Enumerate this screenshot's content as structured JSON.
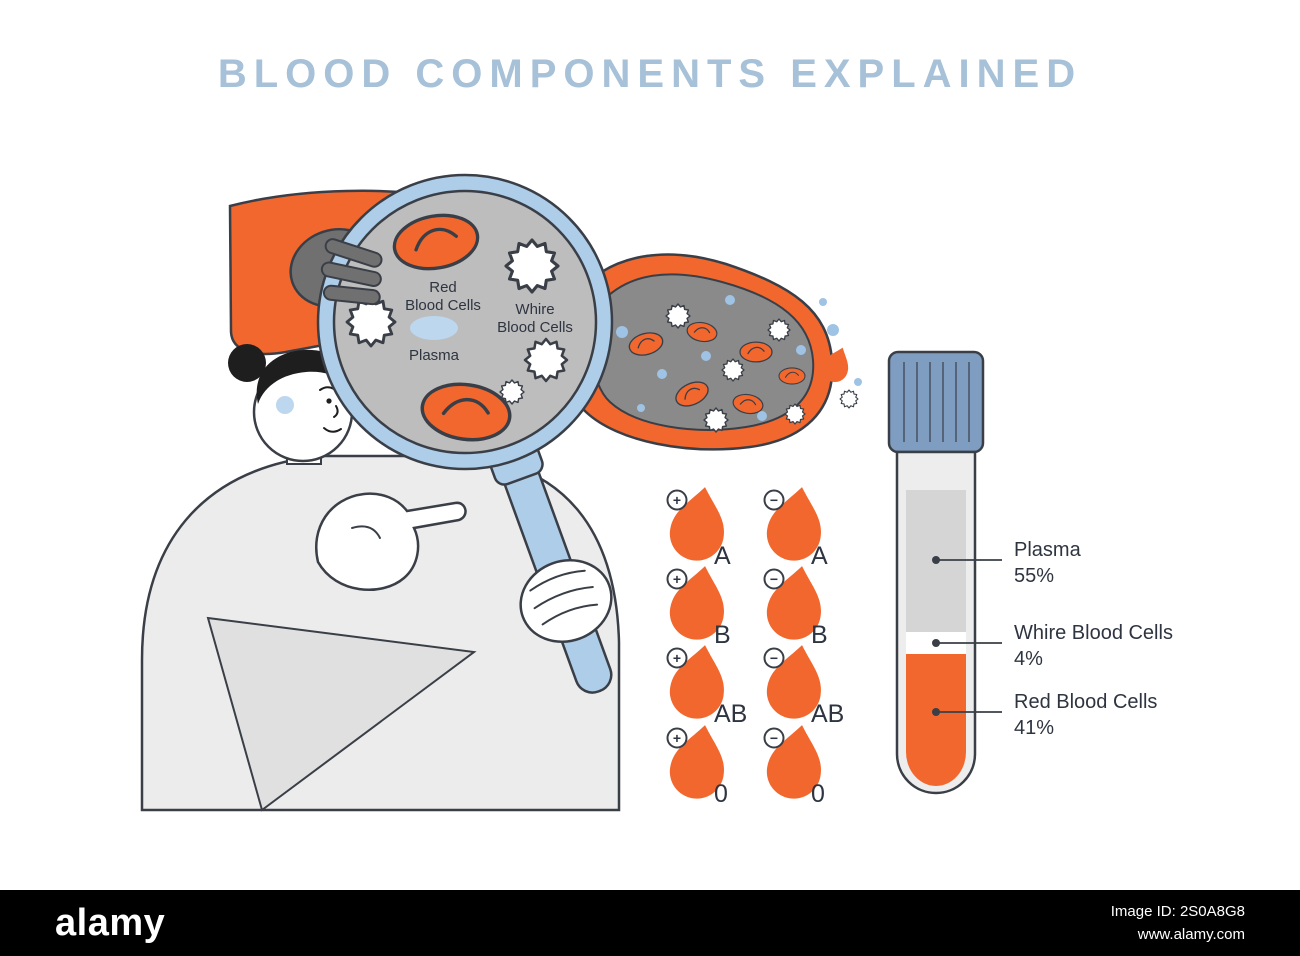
{
  "page": {
    "title": "BLOOD COMPONENTS EXPLAINED"
  },
  "magnifier_labels": {
    "red_line1": "Red",
    "red_line2": "Blood Cells",
    "white_line1": "Whire",
    "white_line2": "Blood Cells",
    "plasma": "Plasma"
  },
  "blood_types": {
    "items": [
      {
        "sign": "+",
        "label": "A"
      },
      {
        "sign": "−",
        "label": "A"
      },
      {
        "sign": "+",
        "label": "B"
      },
      {
        "sign": "−",
        "label": "B"
      },
      {
        "sign": "+",
        "label": "AB"
      },
      {
        "sign": "−",
        "label": "AB"
      },
      {
        "sign": "+",
        "label": "0"
      },
      {
        "sign": "−",
        "label": "0"
      }
    ]
  },
  "test_tube": {
    "layers": [
      {
        "name": "Plasma",
        "percent": "55%"
      },
      {
        "name": "Whire Blood Cells",
        "percent": "4%"
      },
      {
        "name": "Red Blood Cells",
        "percent": "41%"
      }
    ]
  },
  "footer": {
    "brand": "alamy",
    "image_id": "Image ID: 2S0A8G8",
    "website": "www.alamy.com"
  },
  "colors": {
    "orange": "#F1672D",
    "light_blue": "#AECDE9",
    "steel_blue": "#7E9DC0",
    "magnifier_gray": "#BDBDBD",
    "vessel_gray": "#8A8A8A",
    "title": "#A6C1D8",
    "text_dark": "#2E3440"
  }
}
